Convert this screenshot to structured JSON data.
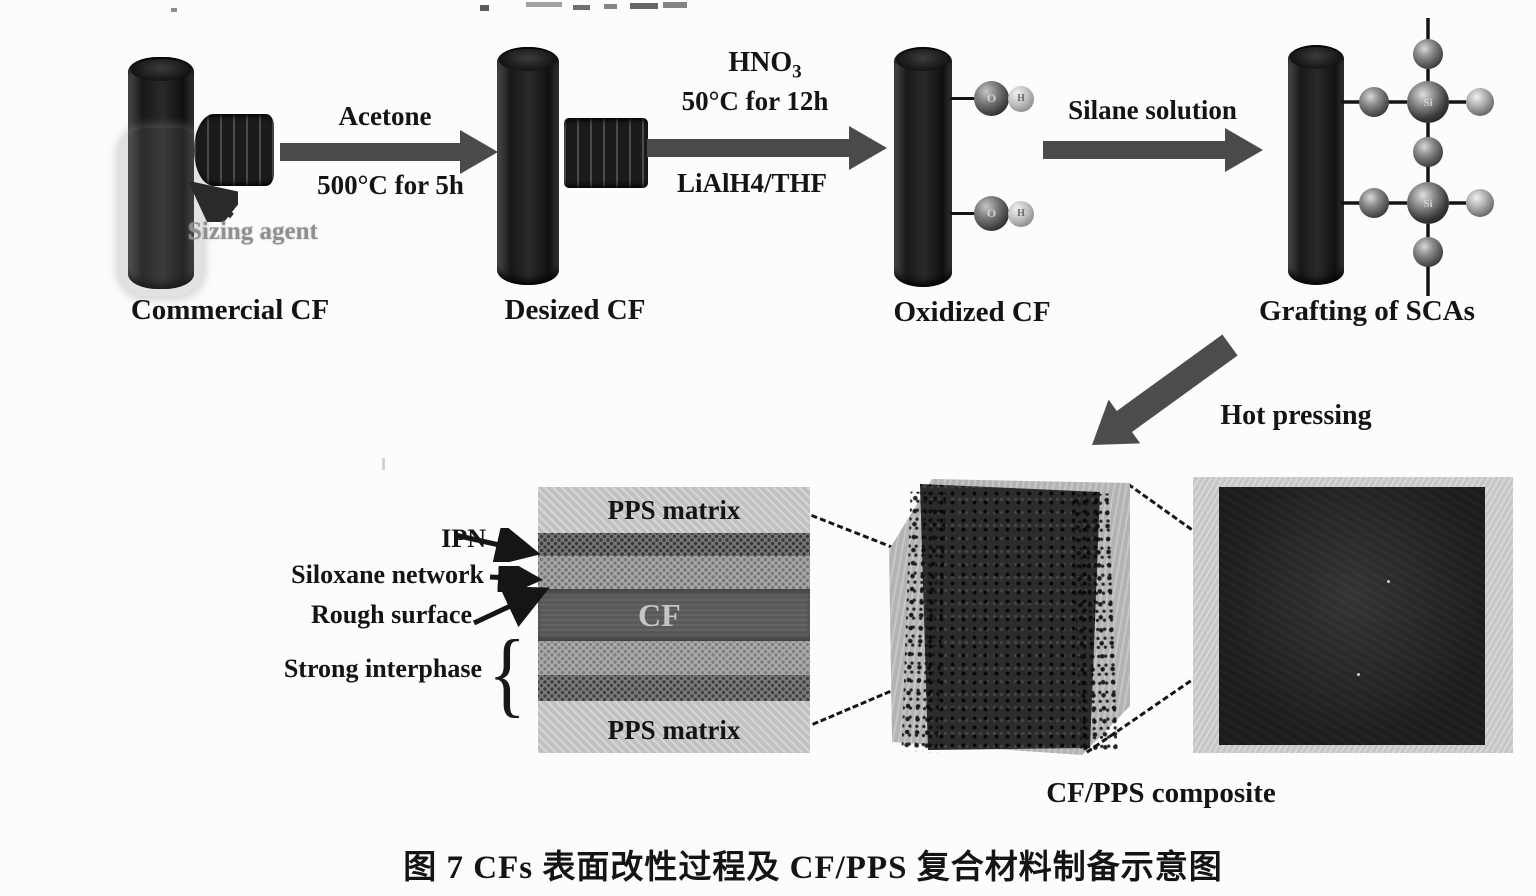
{
  "page": {
    "caption": "图 7  CFs 表面改性过程及 CF/PPS 复合材料制备示意图"
  },
  "process": {
    "step1": {
      "label": "Commercial CF",
      "annotation": "Sizing agent"
    },
    "arrow1": {
      "top": "Acetone",
      "bottom": "500°C for 5h"
    },
    "step2": {
      "label": "Desized CF"
    },
    "arrow2": {
      "formula_main": "HNO",
      "formula_sub": "3",
      "condition": "50°C for 12h",
      "bottom": "LiAlH4/THF"
    },
    "step3": {
      "label": "Oxidized CF",
      "atom_o": "O",
      "atom_h": "H"
    },
    "arrow3": {
      "top": "Silane solution"
    },
    "step4": {
      "label": "Grafting of SCAs",
      "atom_si": "Si"
    },
    "hot_pressing": "Hot pressing"
  },
  "interphase": {
    "pps_top": "PPS matrix",
    "pps_bottom": "PPS matrix",
    "cf": "CF",
    "label_ipn": "IPN",
    "label_siloxane": "Siloxane network",
    "label_rough": "Rough surface",
    "label_strong": "Strong interphase"
  },
  "composite": {
    "label": "CF/PPS composite"
  },
  "colors": {
    "arrow": "#4a4a4a",
    "text": "#141414",
    "faded_text": "#8f8f8f"
  }
}
